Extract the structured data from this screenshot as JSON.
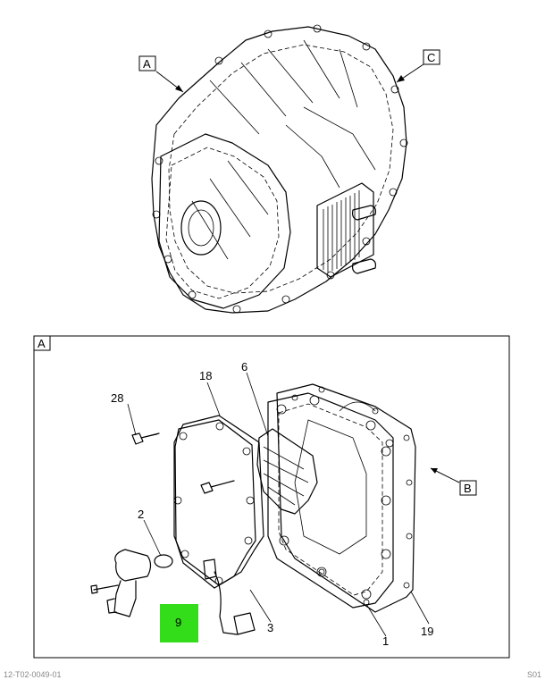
{
  "view_labels": {
    "a_top": "A",
    "c_top": "C",
    "a_panel": "A",
    "b_panel": "B"
  },
  "callouts": {
    "p28": "28",
    "p18": "18",
    "p6": "6",
    "p2": "2",
    "p9": "9",
    "p3": "3",
    "p1": "1",
    "p19": "19"
  },
  "highlight_color": "#33dd1a",
  "footer": {
    "left": "12-T02-0049-01",
    "right": "S01"
  }
}
